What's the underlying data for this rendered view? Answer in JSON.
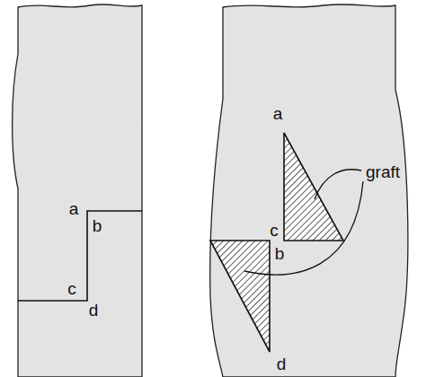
{
  "diagram": {
    "labels": [
      "a",
      "b",
      "c",
      "d",
      "a",
      "graft",
      "c",
      "b",
      "d"
    ]
  }
}
